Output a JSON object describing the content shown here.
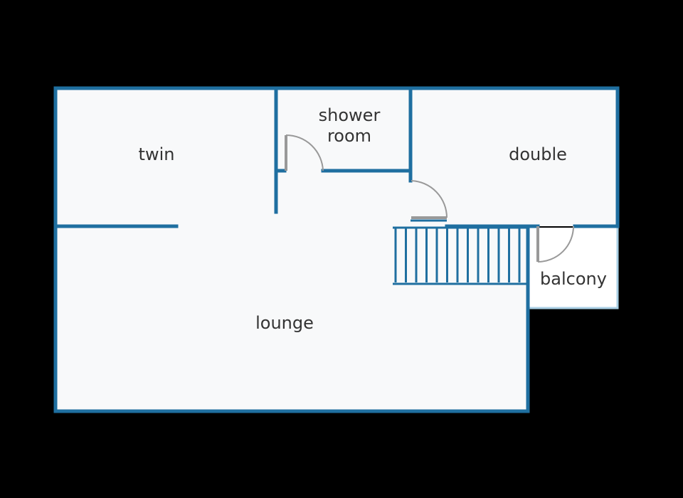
{
  "plan": {
    "background": "#000000",
    "floor_color": "#f8f9fa",
    "wall_color": "#1f6fa0",
    "balcony_wall_color": "#a9cfe4",
    "door_color": "#999999",
    "label_color": "#333333",
    "rooms": {
      "twin": "twin",
      "shower_line1": "shower",
      "shower_line2": "room",
      "double": "double",
      "balcony": "balcony",
      "lounge": "lounge"
    }
  }
}
